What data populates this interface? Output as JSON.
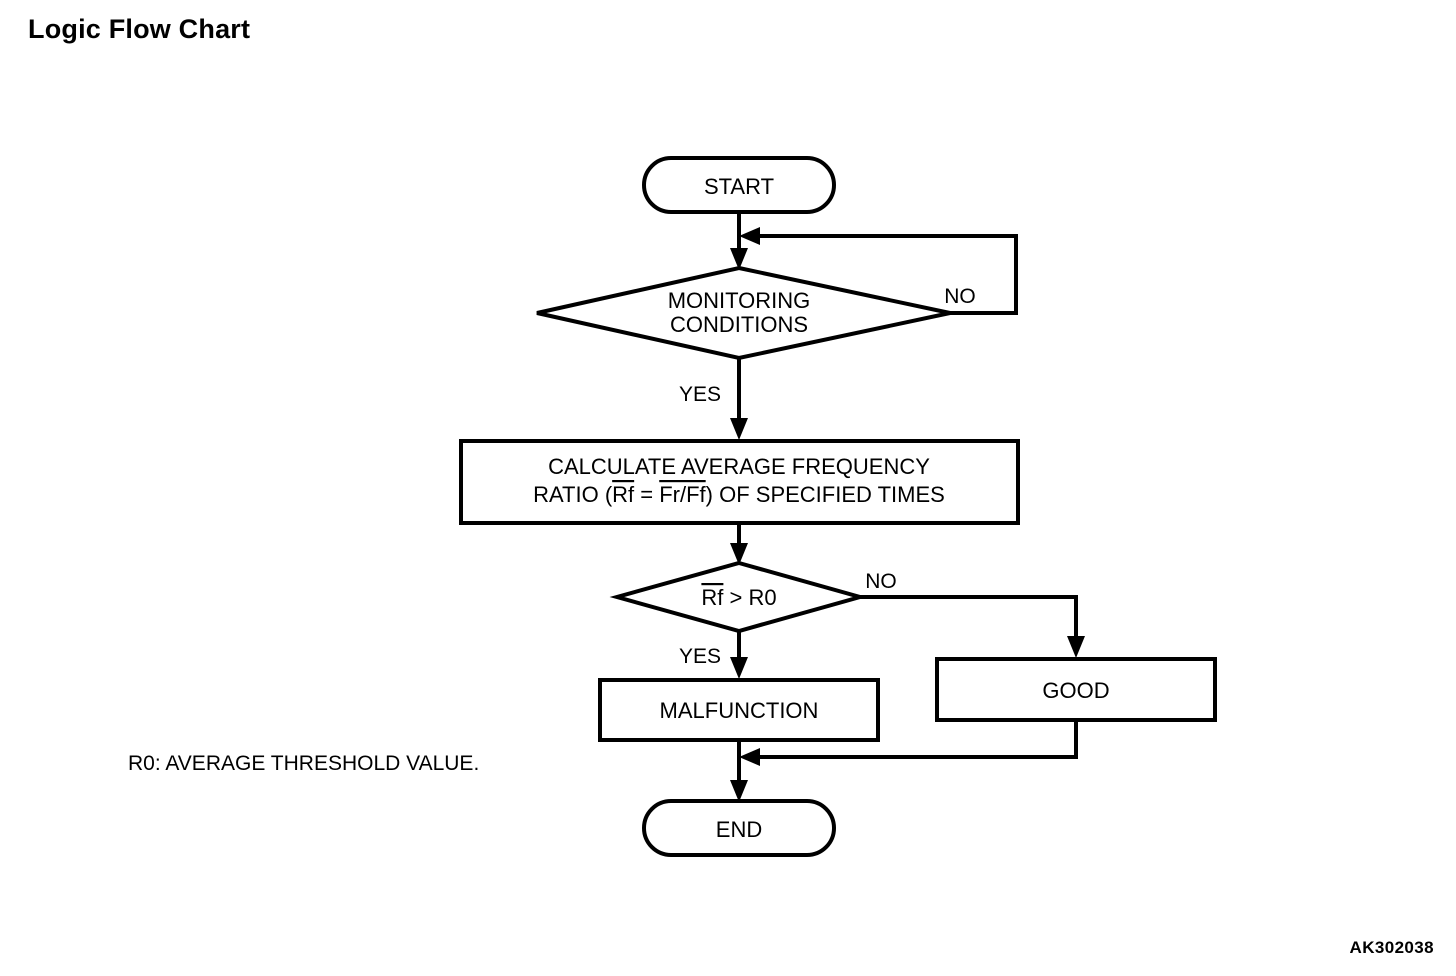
{
  "page": {
    "title": "Logic Flow Chart",
    "figure_id": "AK302038",
    "legend_note": "R0: AVERAGE THRESHOLD VALUE.",
    "background_color": "#ffffff",
    "line_color": "#000000"
  },
  "chart_data": {
    "type": "diagram",
    "diagram_type": "flowchart",
    "title": "Logic Flow Chart",
    "orientation": "top-to-bottom",
    "nodes": [
      {
        "id": "start",
        "shape": "terminator",
        "label": "START"
      },
      {
        "id": "monitoring",
        "shape": "decision",
        "label": "MONITORING CONDITIONS",
        "line1": "MONITORING",
        "line2": "CONDITIONS"
      },
      {
        "id": "calculate",
        "shape": "process",
        "label": "CALCULATE AVERAGE FREQUENCY RATIO (Rf = Fr/Ff) OF SPECIFIED TIMES",
        "line1": "CALCULATE AVERAGE FREQUENCY",
        "line2_pre": "RATIO (",
        "line2_rf": "Rf",
        "line2_eq": " = ",
        "line2_frff": "Fr/Ff",
        "line2_post": ") OF SPECIFIED TIMES"
      },
      {
        "id": "compare",
        "shape": "decision",
        "label": "Rf > R0",
        "label_rf": "Rf",
        "label_rest": " > R0"
      },
      {
        "id": "malfunction",
        "shape": "process",
        "label": "MALFUNCTION"
      },
      {
        "id": "good",
        "shape": "process",
        "label": "GOOD"
      },
      {
        "id": "end",
        "shape": "terminator",
        "label": "END"
      }
    ],
    "edges": [
      {
        "from": "start",
        "to": "monitoring",
        "label": ""
      },
      {
        "from": "monitoring",
        "to": "monitoring",
        "label": "NO",
        "routing": "right-loop-back-to-entry"
      },
      {
        "from": "monitoring",
        "to": "calculate",
        "label": "YES"
      },
      {
        "from": "calculate",
        "to": "compare",
        "label": ""
      },
      {
        "from": "compare",
        "to": "malfunction",
        "label": "YES"
      },
      {
        "from": "compare",
        "to": "good",
        "label": "NO",
        "routing": "right-then-down"
      },
      {
        "from": "malfunction",
        "to": "end",
        "label": ""
      },
      {
        "from": "good",
        "to": "end",
        "label": "",
        "routing": "down-then-left"
      }
    ],
    "branch_labels": {
      "monitoring_no": "NO",
      "monitoring_yes": "YES",
      "compare_no": "NO",
      "compare_yes": "YES"
    },
    "legend": [
      {
        "symbol": "R0",
        "definition": "AVERAGE THRESHOLD VALUE."
      }
    ],
    "notation": {
      "overline_terms": [
        "Rf",
        "Fr",
        "Ff"
      ],
      "meaning": "overline denotes average value"
    }
  }
}
